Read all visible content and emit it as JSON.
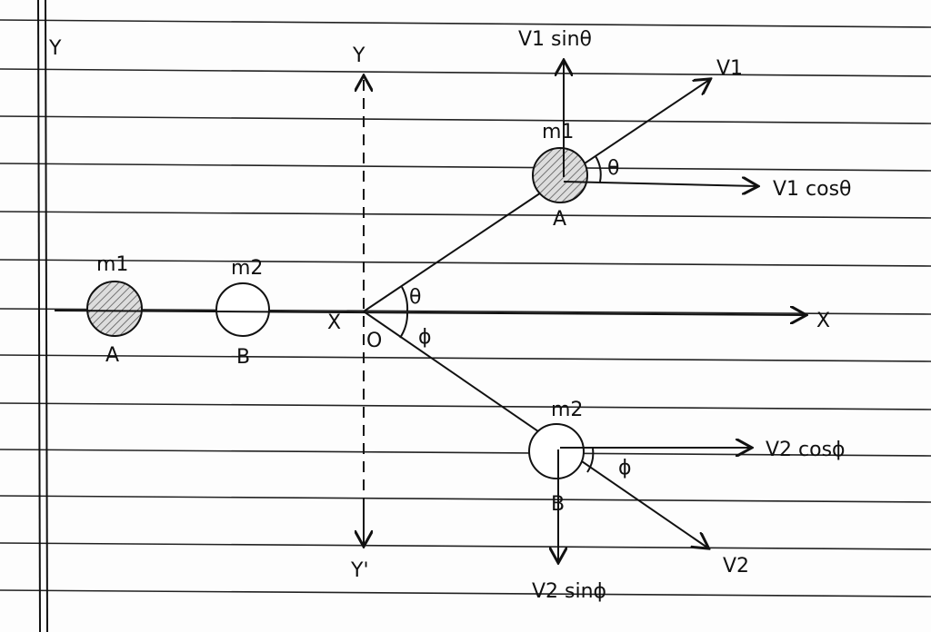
{
  "diagram": {
    "outer_axis": {
      "y_label": "Y"
    },
    "before_collision": {
      "ball_a": {
        "mass_label": "m1",
        "name": "A",
        "fill": "hatched"
      },
      "ball_b": {
        "mass_label": "m2",
        "name": "B",
        "fill": "empty"
      }
    },
    "axes": {
      "x_left_label": "X",
      "x_right_label": "X",
      "y_top_label": "Y",
      "y_bottom_label": "Y'",
      "origin_label": "O"
    },
    "after_collision": {
      "ball_a": {
        "mass_label": "m1",
        "name": "A",
        "fill": "hatched"
      },
      "ball_b": {
        "mass_label": "m2",
        "name": "B",
        "fill": "empty"
      },
      "v1_label": "V1",
      "v2_label": "V2",
      "v1_sin_label": "V1 sinθ",
      "v1_cos_label": "V1 cosθ",
      "v2_cos_label": "V2 cosϕ",
      "v2_sin_label": "V2 sinϕ",
      "theta_label": "θ",
      "phi_label": "ϕ"
    },
    "ink_color": "#111111",
    "paper_color": "#fdfdfd"
  }
}
